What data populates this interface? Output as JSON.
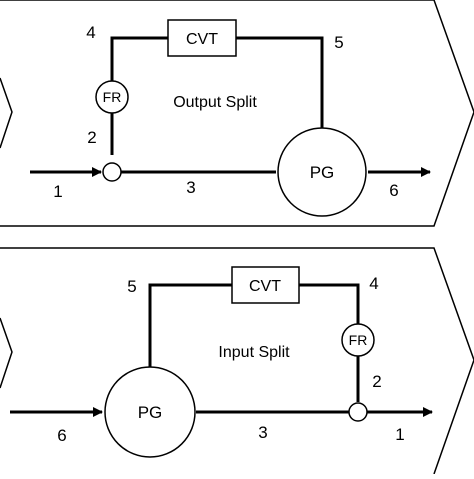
{
  "panels": [
    {
      "caption": "Output Split",
      "cvt": "CVT",
      "fr": "FR",
      "pg": "PG",
      "numbers": {
        "n1": "1",
        "n2": "2",
        "n3": "3",
        "n4": "4",
        "n5": "5",
        "n6": "6"
      }
    },
    {
      "caption": "Input Split",
      "cvt": "CVT",
      "fr": "FR",
      "pg": "PG",
      "numbers": {
        "n1": "1",
        "n2": "2",
        "n3": "3",
        "n4": "4",
        "n5": "5",
        "n6": "6"
      }
    }
  ]
}
